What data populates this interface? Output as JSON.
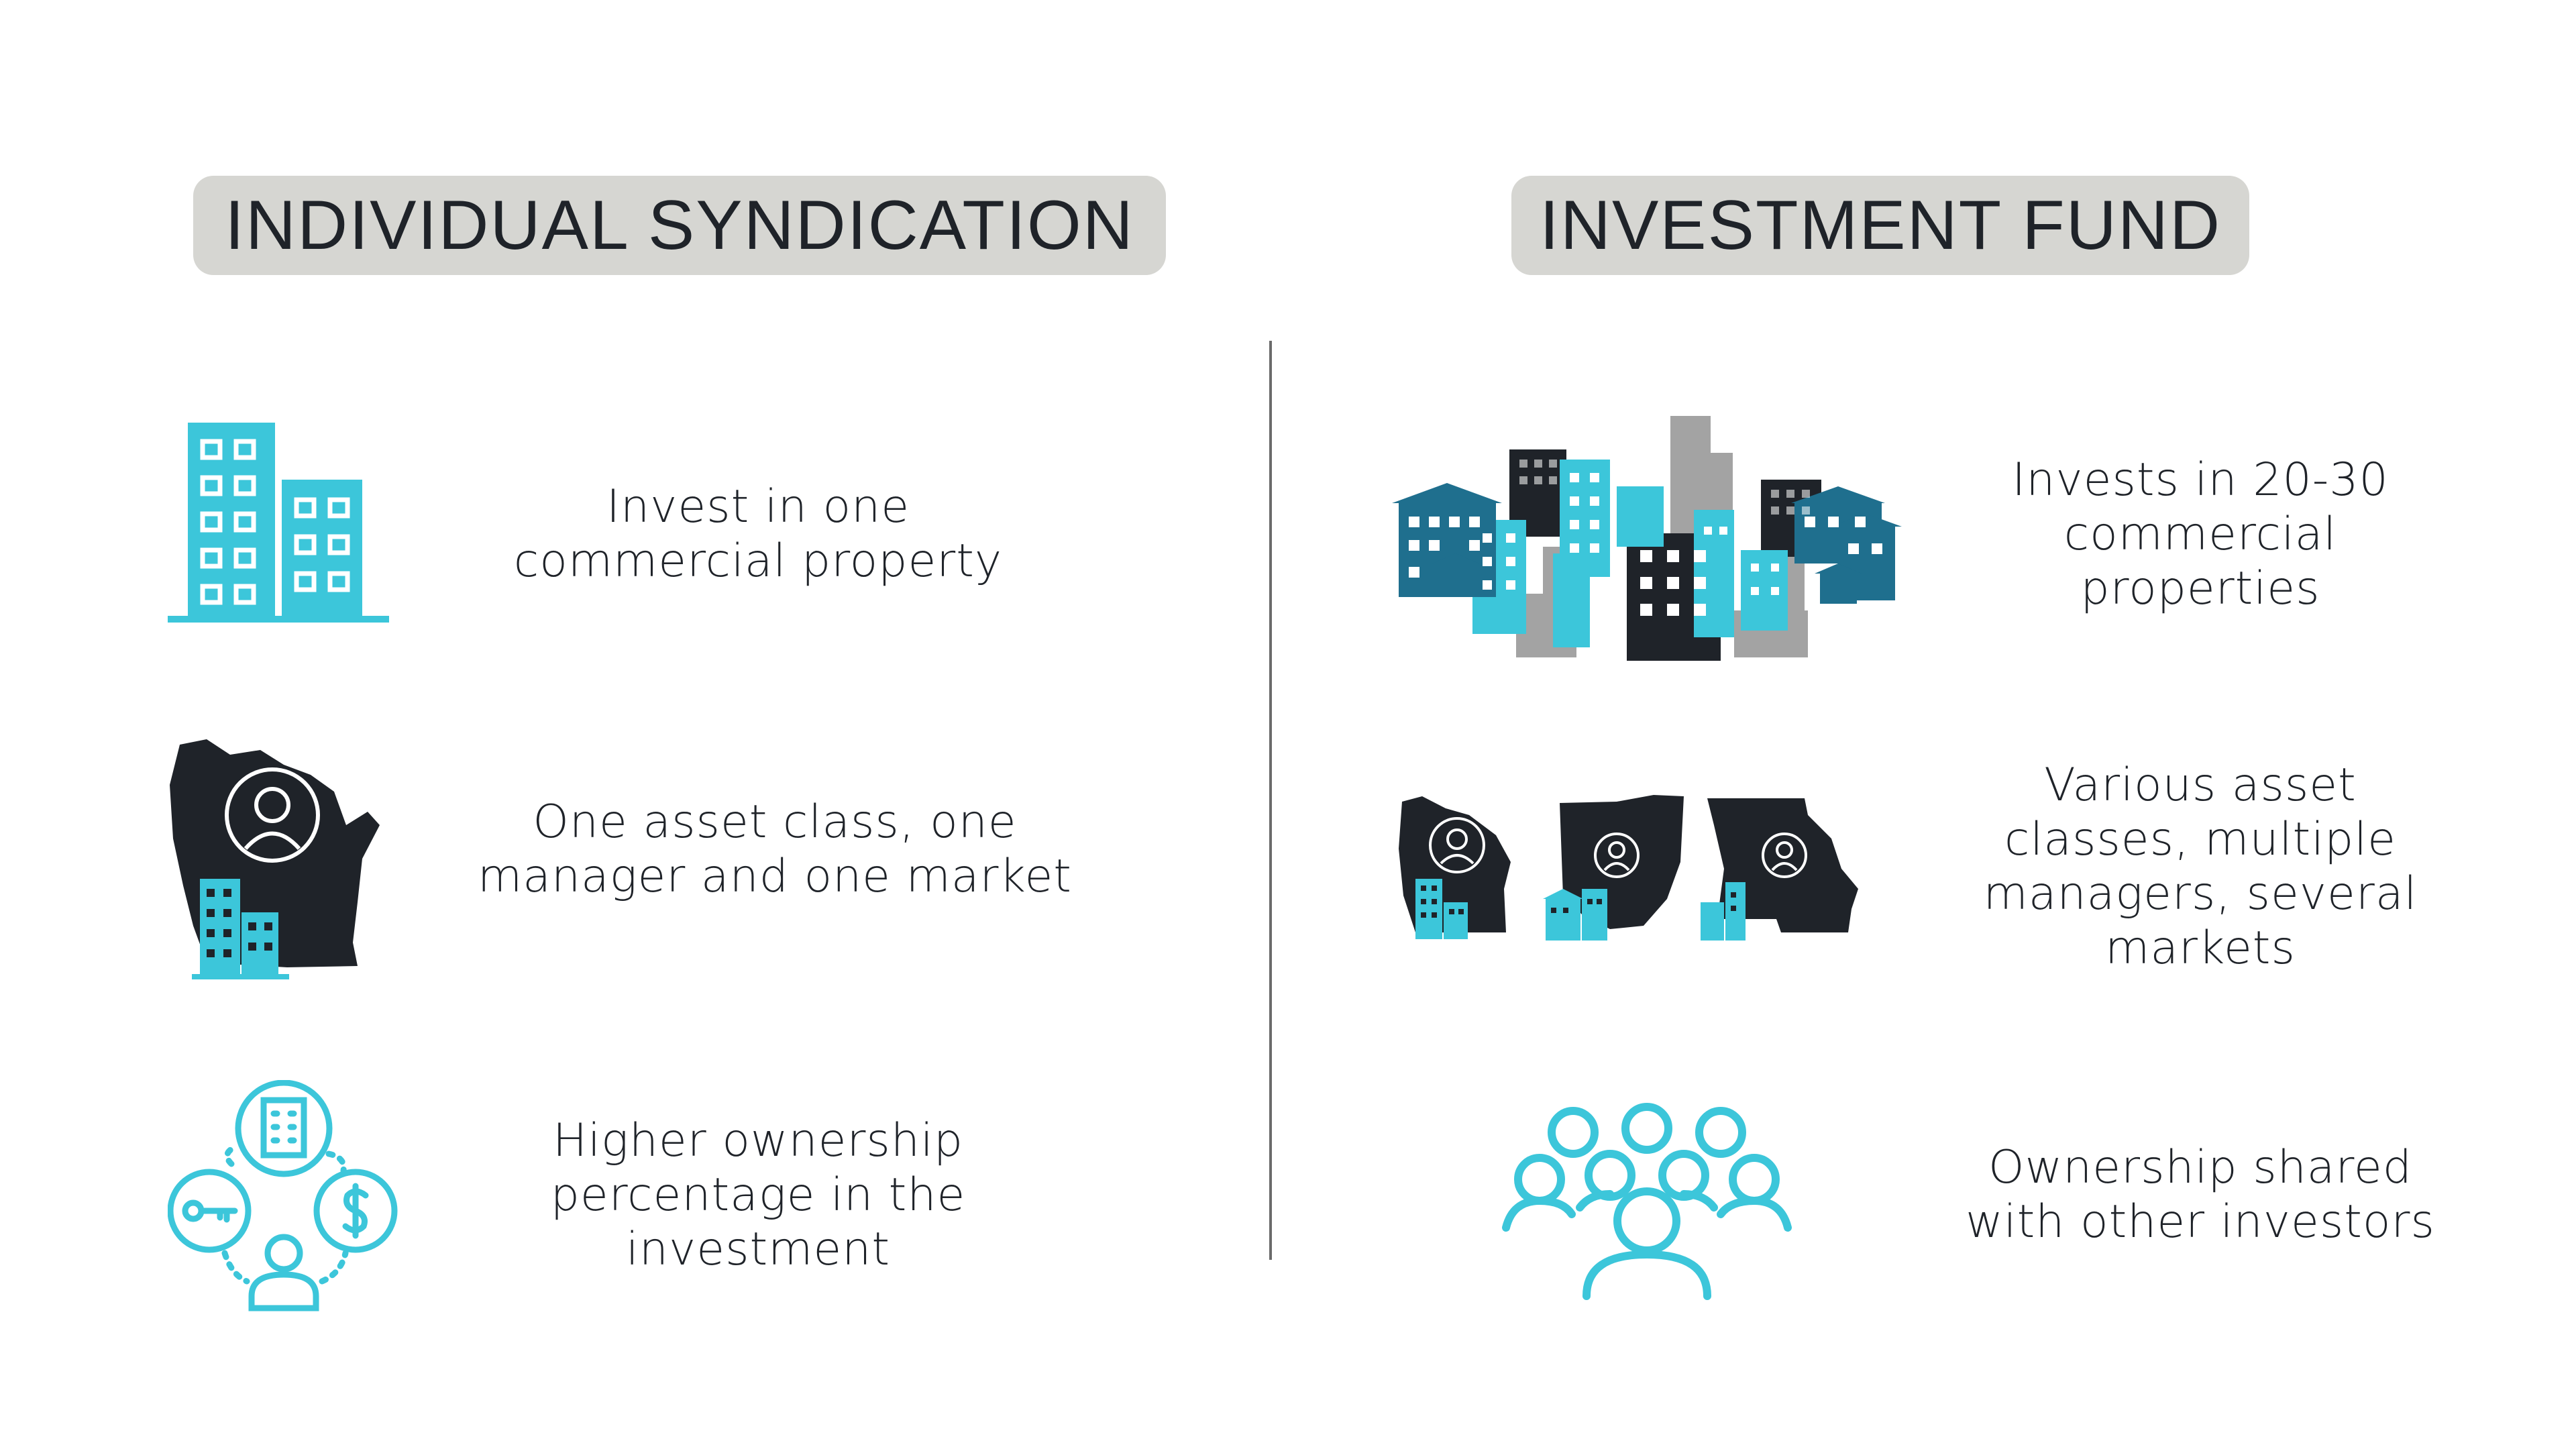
{
  "headers": {
    "left": "INDIVIDUAL SYNDICATION",
    "right": "INVESTMENT FUND"
  },
  "left_items": [
    {
      "icon": "buildings-icon",
      "lines": [
        "Invest in one",
        "commercial  property"
      ]
    },
    {
      "icon": "wisconsin-map-icon",
      "lines": [
        "One asset class, one",
        "manager and one market"
      ]
    },
    {
      "icon": "ownership-cycle-icon",
      "lines": [
        "Higher ownership",
        "percentage in the",
        "investment"
      ]
    }
  ],
  "right_items": [
    {
      "icon": "city-skyline-icon",
      "lines": [
        "Invests in 20-30",
        "commercial",
        "properties"
      ]
    },
    {
      "icon": "three-state-maps-icon",
      "lines": [
        "Various asset",
        "classes, multiple",
        "managers, several",
        "markets"
      ]
    },
    {
      "icon": "investor-group-icon",
      "lines": [
        "Ownership shared",
        "with other investors"
      ]
    }
  ],
  "colors": {
    "teal": "#3cc6da",
    "dark": "#1f2329",
    "gray": "#a3a3a3",
    "navy": "#1f6f8e",
    "pill": "#d6d6d2"
  }
}
